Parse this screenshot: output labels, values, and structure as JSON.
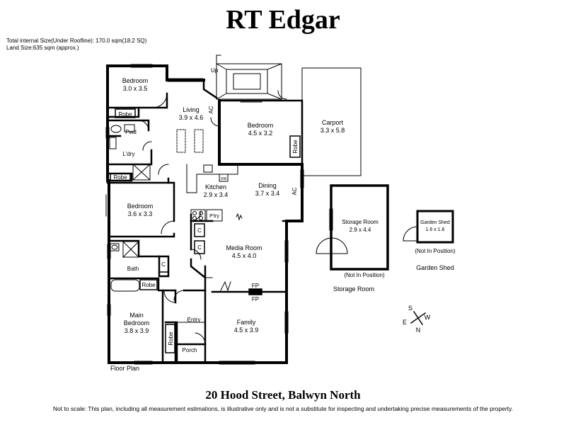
{
  "header": {
    "brand": "RT Edgar",
    "internal_size": "Total internal Size(Under Roofline): 170.0 sqm(18.2 SQ)",
    "land_size": "Land Size:635 sqm (approx.)"
  },
  "rooms": {
    "bedroom_top": {
      "name": "Bedroom",
      "dims": "3.0 x 3.5"
    },
    "living": {
      "name": "Living",
      "dims": "3.9 x 4.6"
    },
    "bedroom_mid": {
      "name": "Bedroom",
      "dims": "4.5 x 3.2"
    },
    "carport": {
      "name": "Carport",
      "dims": "3.3 x 5.8"
    },
    "kitchen": {
      "name": "Kitchen",
      "dims": "2.9 x 3.4"
    },
    "dining": {
      "name": "Dining",
      "dims": "3.7 x 3.4"
    },
    "bedroom_left": {
      "name": "Bedroom",
      "dims": "3.6 x 3.3"
    },
    "media": {
      "name": "Media Room",
      "dims": "4.5 x 4.0"
    },
    "main_bedroom": {
      "name1": "Main",
      "name2": "Bedroom",
      "dims": "3.8 x 3.9"
    },
    "family": {
      "name": "Family",
      "dims": "4.5 x 3.9"
    },
    "storage": {
      "name": "Storage Room",
      "dims": "2.9 x 4.4"
    },
    "garden_shed": {
      "name": "Garden Shed",
      "dims": "1.6 x 1.6"
    }
  },
  "labels": {
    "up": "Up",
    "robe": "Robe",
    "pwd": "Pwd",
    "ldry": "L'dry",
    "ac": "AC",
    "dw": "DW",
    "pantry": "P'try",
    "c": "C",
    "bath": "Bath",
    "fp": "FP",
    "entry": "Entry",
    "porch": "Porch",
    "floor_plan": "Floor Plan",
    "not_in_position": "(Not In Position)",
    "storage_caption": "Storage Room",
    "garden_caption": "Garden Shed"
  },
  "compass": {
    "n": "N",
    "s": "S",
    "e": "E",
    "w": "W"
  },
  "footer": {
    "address": "20 Hood Street, Balwyn North",
    "disclaimer": "Not to scale: This plan, including all measurement estimations, is illustrative only and is not a substitute for inspecting and  undertaking precise measurements of the property."
  }
}
